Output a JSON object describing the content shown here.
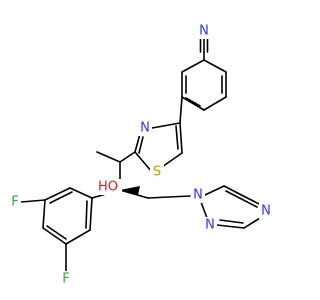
{
  "molecule": {
    "colors": {
      "bond": "#000000",
      "N": "#3333ff",
      "S": "#b3a300",
      "O": "#ff0d0d",
      "F": "#33aa33"
    },
    "atoms": {
      "n_nitrile": "N",
      "s_thiazole": "S",
      "n_thiazole": "N",
      "o_hydroxyl": "O",
      "ho_hydroxyl": "HO",
      "n1_triazole": "N",
      "n2_triazole": "N",
      "n4_triazole": "N",
      "f_ortho": "F",
      "f_para": "F"
    }
  }
}
